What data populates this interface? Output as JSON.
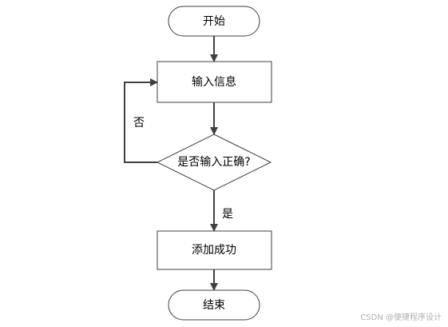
{
  "nodes": {
    "start": "开始",
    "input": "输入信息",
    "decision": "是否输入正确?",
    "success": "添加成功",
    "end": "结束"
  },
  "edges": {
    "yes": "是",
    "no": "否"
  },
  "watermark": "CSDN @便捷程序设计"
}
